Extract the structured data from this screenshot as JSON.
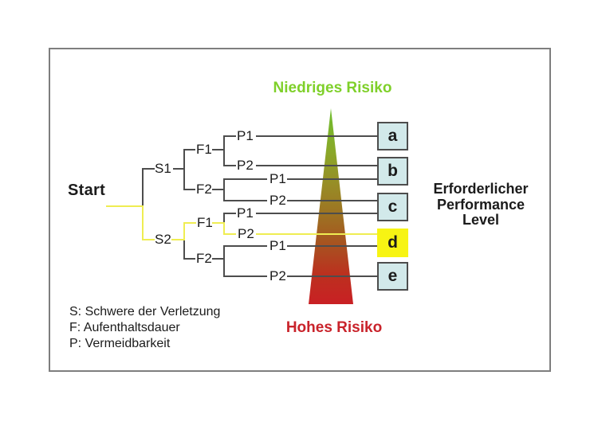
{
  "titles": {
    "low_risk": "Niedriges Risiko",
    "high_risk": "Hohes Risiko",
    "right_label_line1": "Erforderlicher",
    "right_label_line2": "Performance",
    "right_label_line3": "Level"
  },
  "start_label": "Start",
  "nodes": {
    "s1": "S1",
    "s2": "S2",
    "s1_f1": "F1",
    "s1_f2": "F2",
    "s2_f1": "F1",
    "s2_f2": "F2",
    "s1_f1_p1": "P1",
    "s1_f1_p2": "P2",
    "s1_f2_p1": "P1",
    "s1_f2_p2": "P2",
    "s2_f1_p1": "P1",
    "s2_f1_p2": "P2",
    "s2_f2_p1": "P1",
    "s2_f2_p2": "P2"
  },
  "performance_levels": [
    {
      "label": "a",
      "highlighted": false
    },
    {
      "label": "b",
      "highlighted": false
    },
    {
      "label": "c",
      "highlighted": false
    },
    {
      "label": "d",
      "highlighted": true
    },
    {
      "label": "e",
      "highlighted": false
    }
  ],
  "outcomes": [
    {
      "path": "S1-F1-P1",
      "level": "a"
    },
    {
      "path": "S1-F1-P2",
      "level": "b"
    },
    {
      "path": "S1-F2-P1",
      "level": "b"
    },
    {
      "path": "S1-F2-P2",
      "level": "c"
    },
    {
      "path": "S2-F1-P1",
      "level": "c"
    },
    {
      "path": "S2-F1-P2",
      "level": "d"
    },
    {
      "path": "S2-F2-P1",
      "level": "d"
    },
    {
      "path": "S2-F2-P2",
      "level": "e"
    }
  ],
  "highlighted_path": [
    "Start",
    "S2",
    "F1",
    "P2",
    "d"
  ],
  "legend": {
    "s": "S: Schwere der Verletzung",
    "f": "F: Aufenthaltsdauer",
    "p": "P: Vermeidbarkeit"
  },
  "colors": {
    "line": "#4d4d4d",
    "highlight_yellow": "#efed52",
    "box_fill": "#d2e9ea",
    "box_highlight_fill": "#f7f413",
    "low_risk_green": "#7fd02a",
    "high_risk_red": "#c9232b",
    "gradient_top": "#6ebe2e",
    "gradient_bottom": "#c92024"
  }
}
